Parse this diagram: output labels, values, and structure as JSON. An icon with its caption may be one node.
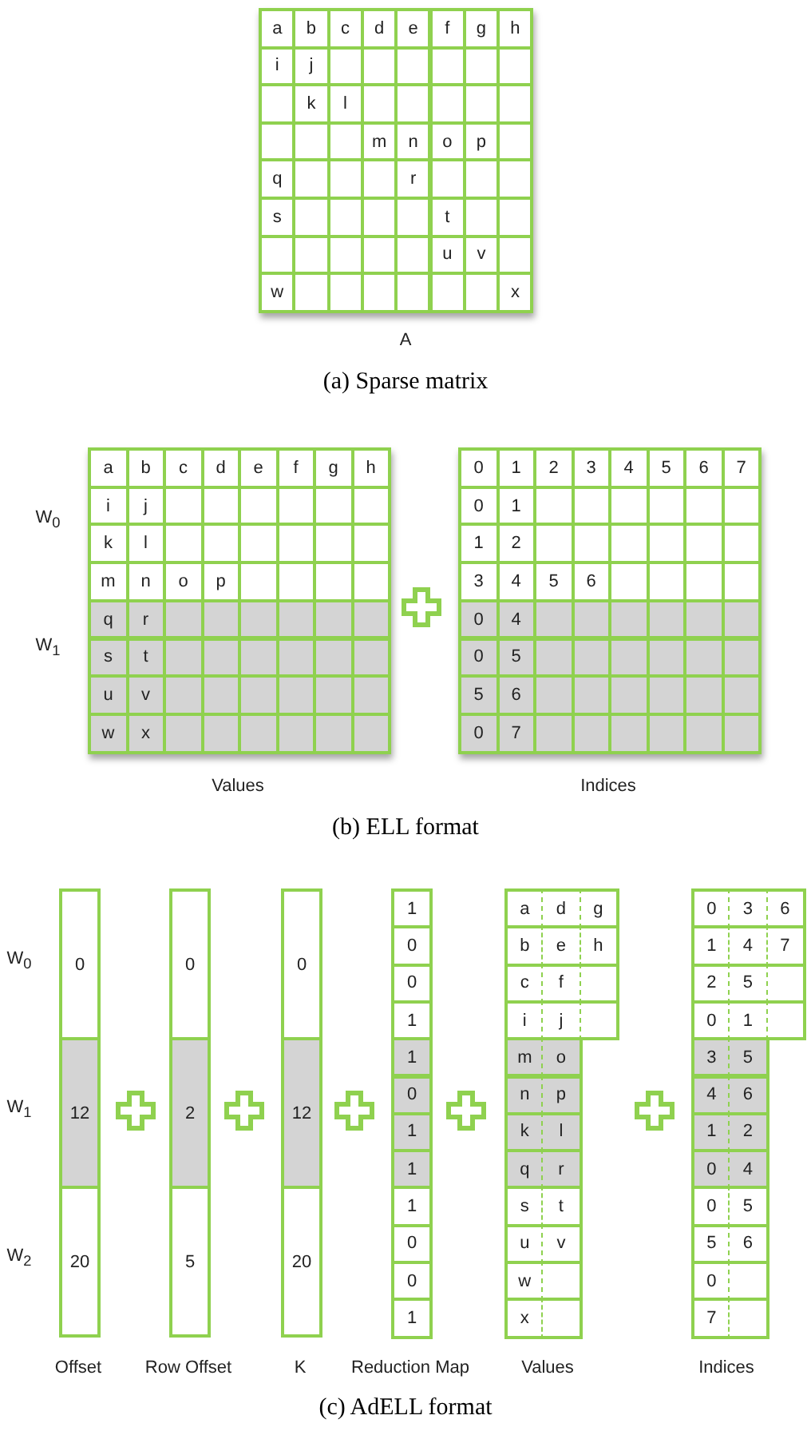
{
  "diagram": {
    "labels": [
      "a",
      "b",
      "c",
      "d",
      "e",
      "f",
      "g",
      "h",
      "i",
      "j",
      "k",
      "l",
      "m",
      "n",
      "o",
      "p",
      "q",
      "r",
      "s",
      "t",
      "u",
      "v",
      "w",
      "x",
      "A",
      "(a) Sparse matrix",
      "W$_{0}$",
      "W$_{1}$",
      "a",
      "b",
      "c",
      "d",
      "e",
      "f",
      "g",
      "h",
      "i",
      "j",
      "k",
      "l",
      "m",
      "n",
      "o",
      "p",
      "q",
      "r",
      "s",
      "t",
      "u",
      "v",
      "w",
      "x",
      "0",
      "1",
      "2",
      "3",
      "4",
      "5",
      "6",
      "7",
      "0",
      "1",
      "1",
      "2",
      "3",
      "4",
      "5",
      "6",
      "0",
      "4",
      "0",
      "5",
      "5",
      "6",
      "0",
      "7",
      "Values",
      "Indices",
      "(b) ELL format",
      "W$_{0}$",
      "W$_{1}$",
      "W$_{2}$",
      "0",
      "12",
      "20",
      "0",
      "2",
      "5",
      "0",
      "12",
      "20",
      "1",
      "0",
      "0",
      "1",
      "1",
      "0",
      "1",
      "1",
      "1",
      "0",
      "0",
      "1",
      "a",
      "d",
      "g",
      "b",
      "e",
      "h",
      "c",
      "f",
      "i",
      "j",
      "m",
      "o",
      "n",
      "p",
      "k",
      "l",
      "q",
      "r",
      "s",
      "t",
      "u",
      "v",
      "w",
      "x",
      "0",
      "3",
      "6",
      "1",
      "4",
      "7",
      "2",
      "5",
      "0",
      "1",
      "3",
      "5",
      "4",
      "6",
      "1",
      "2",
      "0",
      "4",
      "0",
      "5",
      "5",
      "6",
      "0",
      "7",
      "Offset",
      "Row Offset",
      "K",
      "Reduction Map",
      "Values",
      "Indices",
      "(c) AdELL format"
    ]
  }
}
